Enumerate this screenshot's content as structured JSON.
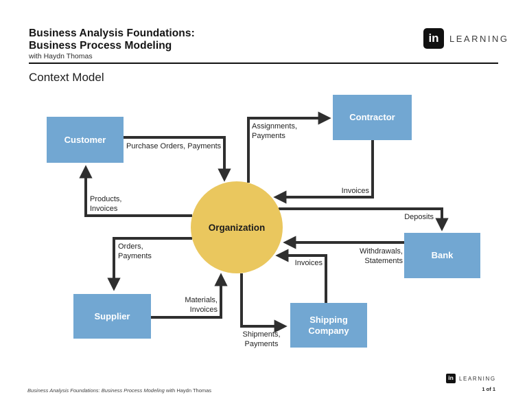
{
  "header": {
    "title_line1": "Business Analysis Foundations:",
    "title_line2": "Business Process Modeling",
    "byline": "with Haydn Thomas",
    "brand": {
      "icon": "in",
      "label": "LEARNING"
    }
  },
  "slide": {
    "heading": "Context Model"
  },
  "diagram": {
    "center": {
      "label": "Organization",
      "fill": "#EAC75E"
    },
    "entity_fill": "#72A7D2",
    "arrow_color": "#2F2F2F",
    "entities": [
      {
        "label": "Customer"
      },
      {
        "label": "Contractor"
      },
      {
        "label": "Bank"
      },
      {
        "label": "Supplier"
      },
      {
        "label": "Shipping Company"
      }
    ],
    "flows": [
      {
        "from": "Customer",
        "to": "Organization",
        "label": "Purchase Orders, Payments"
      },
      {
        "from": "Organization",
        "to": "Customer",
        "label": "Products,\nInvoices"
      },
      {
        "from": "Organization",
        "to": "Contractor",
        "label": "Assignments,\nPayments"
      },
      {
        "from": "Contractor",
        "to": "Organization",
        "label": "Invoices"
      },
      {
        "from": "Organization",
        "to": "Bank",
        "label": "Deposits"
      },
      {
        "from": "Bank",
        "to": "Organization",
        "label": "Withdrawals,\nStatements"
      },
      {
        "from": "Organization",
        "to": "Supplier",
        "label": "Orders,\nPayments"
      },
      {
        "from": "Supplier",
        "to": "Organization",
        "label": "Materials,\nInvoices"
      },
      {
        "from": "Organization",
        "to": "Shipping Company",
        "label": "Shipments,\nPayments"
      },
      {
        "from": "Shipping Company",
        "to": "Organization",
        "label": "Invoices"
      }
    ]
  },
  "footer": {
    "course_title": "Business Analysis Foundations: Business Process Modeling",
    "course_suffix": " with Haydn Thomas",
    "brand": {
      "icon": "in",
      "label": "LEARNING"
    },
    "page_indicator": "1 of 1"
  }
}
